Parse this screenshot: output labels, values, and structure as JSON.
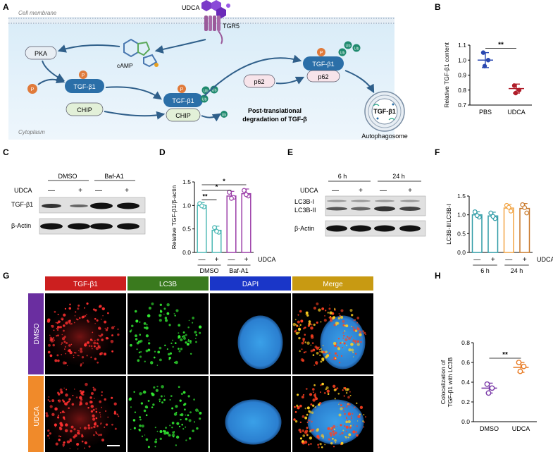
{
  "panels": {
    "A": {
      "label": "A",
      "texts": {
        "udca": "UDCA",
        "tgr5": "TGR5",
        "cell_membrane": "Cell membrane",
        "cytoplasm": "Cytoplasm",
        "pka": "PKA",
        "camp": "cAMP",
        "p": "P",
        "tgfb1": "TGF-β1",
        "chip": "CHIP",
        "ub": "Ub",
        "p62": "p62",
        "post_translational": "Post-translational",
        "degradation": "degradation of TGF-β",
        "autophagosome": "Autophagosome"
      }
    },
    "B": {
      "label": "B",
      "chart_data": {
        "type": "scatter",
        "categories": [
          "PBS",
          "UDCA"
        ],
        "ylabel": "Relative TGF-β1 content",
        "ylim": [
          0.7,
          1.1
        ],
        "yticks": [
          "0.7",
          "0.8",
          "0.9",
          "1.0",
          "1.1"
        ],
        "series": [
          {
            "category": "PBS",
            "color": "#2a48b0",
            "points": [
              1.05,
              1.0,
              0.96
            ],
            "mean": 1.0,
            "sd": 0.05
          },
          {
            "category": "UDCA",
            "color": "#b01e2a",
            "points": [
              0.83,
              0.8,
              0.78
            ],
            "mean": 0.81,
            "sd": 0.03
          }
        ],
        "significance": "**"
      }
    },
    "C": {
      "label": "C",
      "groups": [
        "DMSO",
        "Baf-A1"
      ],
      "treatment_label": "UDCA",
      "signs": [
        "—",
        "+",
        "—",
        "+"
      ],
      "rows": [
        "TGF-β1",
        "β-Actin"
      ]
    },
    "D": {
      "label": "D",
      "chart_data": {
        "type": "bar",
        "categories": [
          "—",
          "+",
          "—",
          "+"
        ],
        "groups": [
          "DMSO",
          "Baf-A1"
        ],
        "treatment_label": "UDCA",
        "ylabel": "Relative TGF-β1/β-actin",
        "ylim": [
          0,
          1.5
        ],
        "yticks": [
          "0.0",
          "0.5",
          "1.0",
          "1.5"
        ],
        "values": [
          1.0,
          0.47,
          1.2,
          1.25
        ],
        "errors": [
          0.06,
          0.09,
          0.1,
          0.1
        ],
        "points": [
          [
            1.04,
            0.97,
            0.99
          ],
          [
            0.53,
            0.43,
            0.45
          ],
          [
            1.28,
            1.17,
            1.15
          ],
          [
            1.32,
            1.2,
            1.23
          ]
        ],
        "colors": [
          "#4db8b5",
          "#4db8b5",
          "#9b3ea8",
          "#9b3ea8"
        ],
        "significance": [
          "**",
          "*",
          "*"
        ]
      }
    },
    "E": {
      "label": "E",
      "groups": [
        "6 h",
        "24 h"
      ],
      "treatment_label": "UDCA",
      "signs": [
        "—",
        "+",
        "—",
        "+"
      ],
      "rows": [
        "LC3B-I",
        "LC3B-II",
        "β-Actin"
      ]
    },
    "F": {
      "label": "F",
      "chart_data": {
        "type": "bar",
        "categories": [
          "—",
          "+",
          "—",
          "+"
        ],
        "groups": [
          "6 h",
          "24 h"
        ],
        "treatment_label": "UDCA",
        "ylabel": "LC3B-II/LC3B-I",
        "ylim": [
          0,
          1.5
        ],
        "yticks": [
          "0.0",
          "0.5",
          "1.0",
          "1.5"
        ],
        "values": [
          1.0,
          0.97,
          1.18,
          1.17
        ],
        "errors": [
          0.08,
          0.1,
          0.1,
          0.13
        ],
        "points": [
          [
            1.08,
            0.94,
            0.98
          ],
          [
            1.05,
            0.9,
            0.96
          ],
          [
            1.25,
            1.1,
            1.2
          ],
          [
            1.27,
            1.05,
            1.19
          ]
        ],
        "colors": [
          "#2e9ba6",
          "#2e9ba6",
          "#f2a443",
          "#c8782a"
        ]
      }
    },
    "G": {
      "label": "G",
      "channels": [
        {
          "name": "TGF-β1",
          "color": "#cc1f1f"
        },
        {
          "name": "LC3B",
          "color": "#3a7a1e"
        },
        {
          "name": "DAPI",
          "color": "#1a36c8"
        },
        {
          "name": "Merge",
          "color": "#c89a12"
        }
      ],
      "rows": [
        {
          "name": "DMSO",
          "color": "#6a2ea0"
        },
        {
          "name": "UDCA",
          "color": "#f08a2a"
        }
      ]
    },
    "H": {
      "label": "H",
      "chart_data": {
        "type": "scatter",
        "categories": [
          "DMSO",
          "UDCA"
        ],
        "ylabel": "Colocalization of TGF-β1 with LC3B",
        "ylabel_lines": [
          "Colocalization of",
          "TGF-β1 with LC3B"
        ],
        "ylim": [
          0.0,
          0.8
        ],
        "yticks": [
          "0.0",
          "0.2",
          "0.4",
          "0.6",
          "0.8"
        ],
        "series": [
          {
            "category": "DMSO",
            "color": "#7a3aa8",
            "points": [
              0.38,
              0.34,
              0.29
            ],
            "mean": 0.34,
            "sd": 0.05
          },
          {
            "category": "UDCA",
            "color": "#e87a22",
            "points": [
              0.6,
              0.56,
              0.51
            ],
            "mean": 0.55,
            "sd": 0.05
          }
        ],
        "significance": "**"
      }
    }
  }
}
